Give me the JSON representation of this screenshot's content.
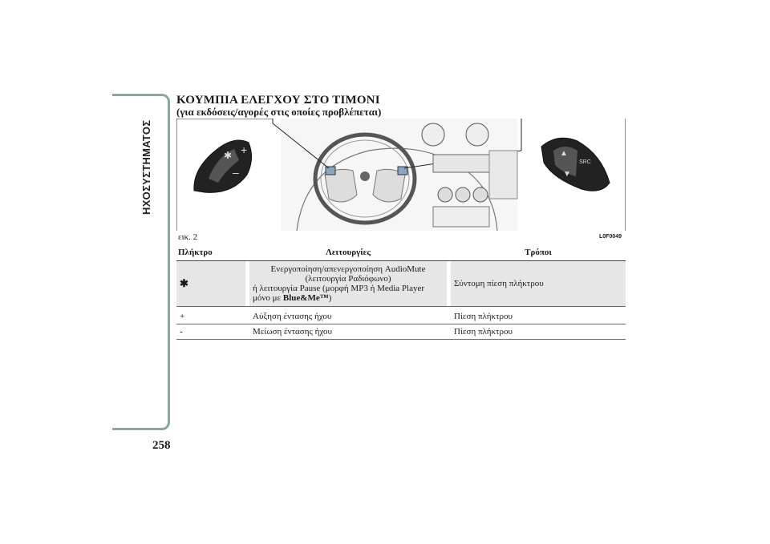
{
  "sidebar_label": "ΗΧΟΣΥΣΤΗΜΑΤΟΣ",
  "page_number": "258",
  "title": "ΚΟΥΜΠΙΑ ΕΛΕΓΧΟΥ ΣΤΟ ΤΙΜΟΝΙ",
  "subtitle": "(για εκδόσεις/αγορές στις οποίες προβλέπεται)",
  "figure": {
    "caption": "εικ. 2",
    "code": "L0F0049",
    "right_control_label": "SRC"
  },
  "table": {
    "headers": [
      "Πλήκτρο",
      "Λειτουργίες",
      "Τρόποι"
    ],
    "rows": [
      {
        "key_icon": "mute-icon",
        "function_line1": "Ενεργοποίηση/απενεργοποίηση AudioMute",
        "function_line2": "(λειτουργία Ραδιόφωνο)",
        "function_line3": "ή λειτουργία Pause (μορφή MP3 ή Media Player",
        "function_line4_prefix": "μόνο με ",
        "function_line4_bold": "Blue&Me™",
        "function_line4_suffix": ")",
        "mode": "Σύντομη πίεση πλήκτρου"
      },
      {
        "key": "+",
        "function": "Αύξηση έντασης ήχου",
        "mode": "Πίεση πλήκτρου"
      },
      {
        "key": "-",
        "function": "Μείωση έντασης ήχου",
        "mode": "Πίεση πλήκτρου"
      }
    ]
  }
}
